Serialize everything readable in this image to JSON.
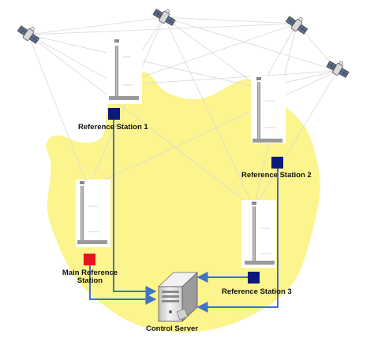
{
  "diagram": {
    "colors": {
      "coverage_area": "#fcf48c",
      "connector": "#3f73c4",
      "sat_links": "#d8d8d8",
      "station_square": "#0b1a7a",
      "main_station_square": "#e8141c",
      "server_body": "#e9e9e9"
    },
    "icons": {
      "satellite": "satellite-icon",
      "antenna_mast": "antenna-mast-icon",
      "server": "server-icon"
    },
    "nodes": {
      "reference_station_1": {
        "label": "Reference Station 1"
      },
      "reference_station_2": {
        "label": "Reference Station 2"
      },
      "reference_station_3": {
        "label": "Reference Station 3"
      },
      "main_reference_station": {
        "label_line1": "Main Reference",
        "label_line2": "Station"
      },
      "control_server": {
        "label": "Control Server"
      }
    }
  }
}
